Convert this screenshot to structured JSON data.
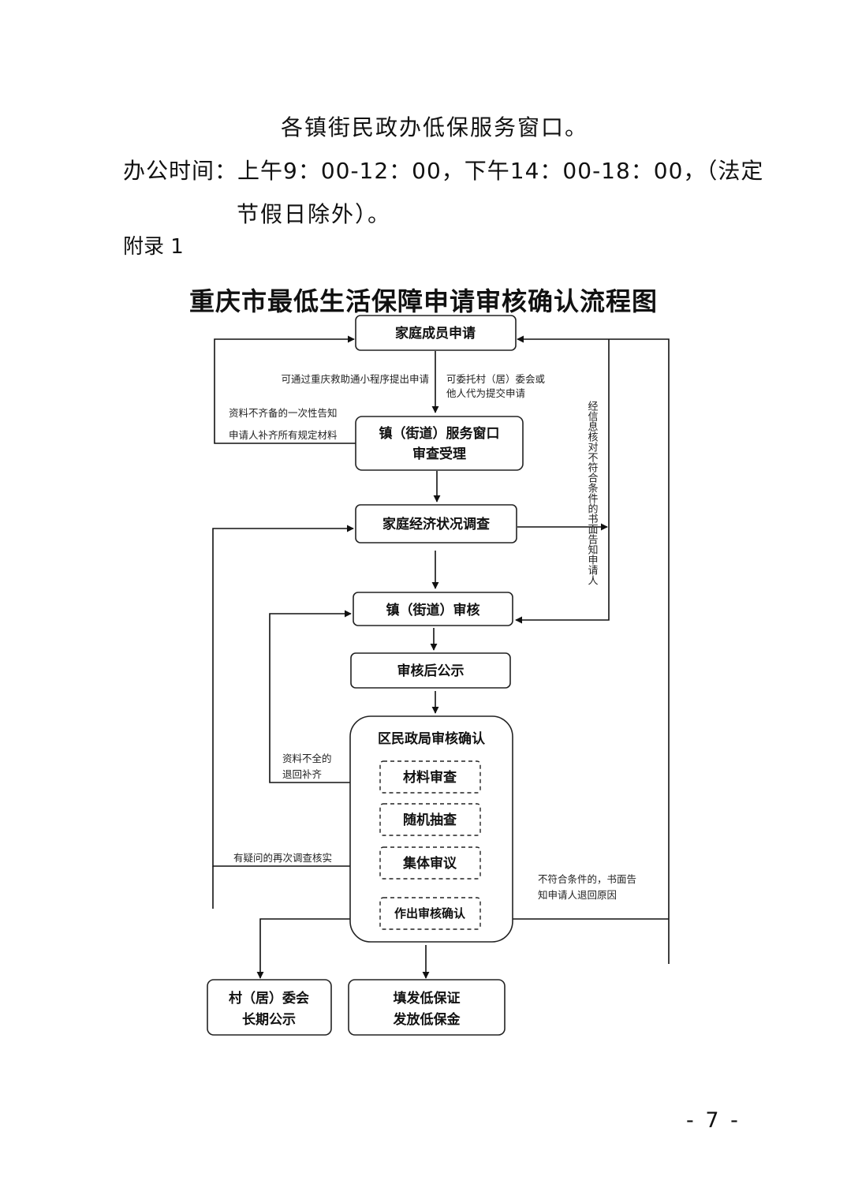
{
  "page_text": {
    "line1": "各镇街民政办低保服务窗口。",
    "line2": "办公时间：上午9：00-12：00，下午14：00-18：00，（法定",
    "line3": "节假日除外）。",
    "appendix": "附录 1",
    "page_number": "- 7 -"
  },
  "flowchart": {
    "title": "重庆市最低生活保障申请审核确认流程图",
    "boxes": {
      "apply": "家庭成员申请",
      "window_1": "镇（街道）服务窗口",
      "window_2": "审查受理",
      "survey": "家庭经济状况调查",
      "town_review": "镇（街道）审核",
      "publicize": "审核后公示",
      "district_title": "区民政局审核确认",
      "material_check": "材料审查",
      "random_check": "随机抽查",
      "collective_review": "集体审议",
      "decision": "作出审核确认",
      "village_1": "村（居）委会",
      "village_2": "长期公示",
      "issue_1": "填发低保证",
      "issue_2": "发放低保金"
    },
    "notes": {
      "miniprogram": "可通过重庆救助通小程序提出申请",
      "entrust_1": "可委托村（居）委会或",
      "entrust_2": "他人代为提交申请",
      "incomplete_1": "资料不齐备的一次性告知",
      "incomplete_2": "申请人补齐所有规定材料",
      "info_check": "经信息核对不符合条件的书面告知申请人",
      "incomplete_return_1": "资料不全的",
      "incomplete_return_2": "退回补齐",
      "doubt_recheck": "有疑问的再次调查核实",
      "reject_1": "不符合条件的，书面告",
      "reject_2": "知申请人退回原因"
    }
  }
}
